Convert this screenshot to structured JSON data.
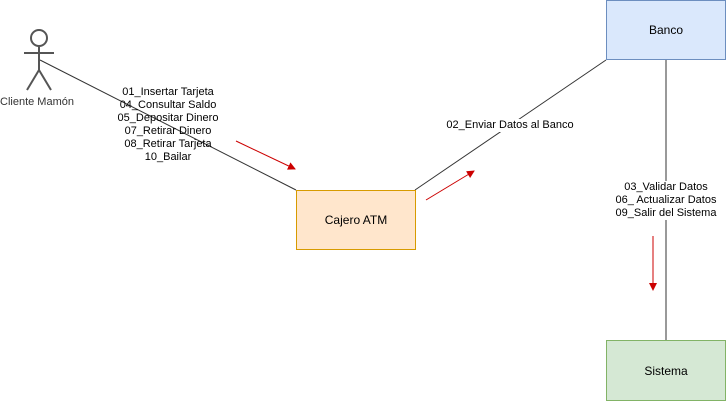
{
  "actor": {
    "label": "Cliente Mamón"
  },
  "nodes": {
    "banco": {
      "label": "Banco",
      "fill": "#dae8fc",
      "stroke": "#6c8ebf"
    },
    "cajero": {
      "label": "Cajero ATM",
      "fill": "#ffe6cc",
      "stroke": "#d79b00"
    },
    "sistema": {
      "label": "Sistema",
      "fill": "#d5e8d4",
      "stroke": "#82b366"
    }
  },
  "messages": {
    "cliente_cajero": [
      "01_Insertar Tarjeta",
      "04_Consultar Saldo",
      "05_Depositar Dinero",
      "07_Retirar Dinero",
      "08_Retirar Tarjeta",
      "10_Bailar"
    ],
    "cajero_banco": [
      "02_Enviar Datos al Banco"
    ],
    "banco_sistema": [
      "03_Validar Datos",
      "06_ Actualizar Datos",
      "09_Salir del Sistema"
    ]
  },
  "colors": {
    "arrow": "#cc0000",
    "line": "#333333"
  }
}
